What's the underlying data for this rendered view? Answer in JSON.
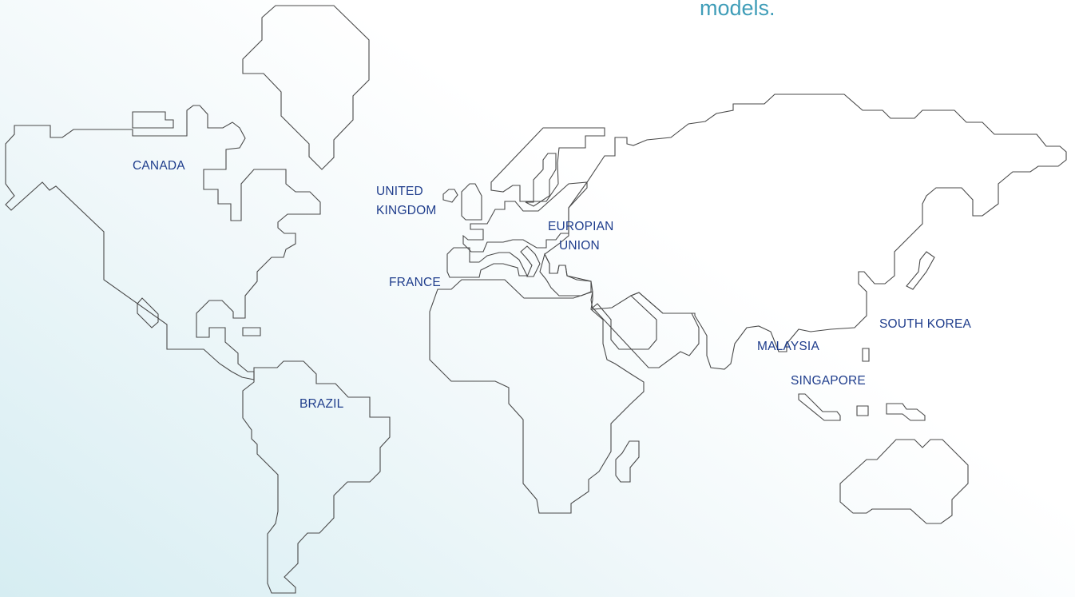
{
  "caption": "models.",
  "colors": {
    "caption": "#3f9db8",
    "label": "#1f3d8c",
    "outline": "#4a4a4a"
  },
  "labels": {
    "canada": "CANADA",
    "united_kingdom_line1": "UNITED",
    "united_kingdom_line2": "KINGDOM",
    "europian_union_line1": "EUROPIAN",
    "europian_union_line2": "UNION",
    "france": "FRANCE",
    "brazil": "BRAZIL",
    "south_korea": "SOUTH KOREA",
    "malaysia": "MALAYSIA",
    "singapore": "SINGAPORE"
  }
}
